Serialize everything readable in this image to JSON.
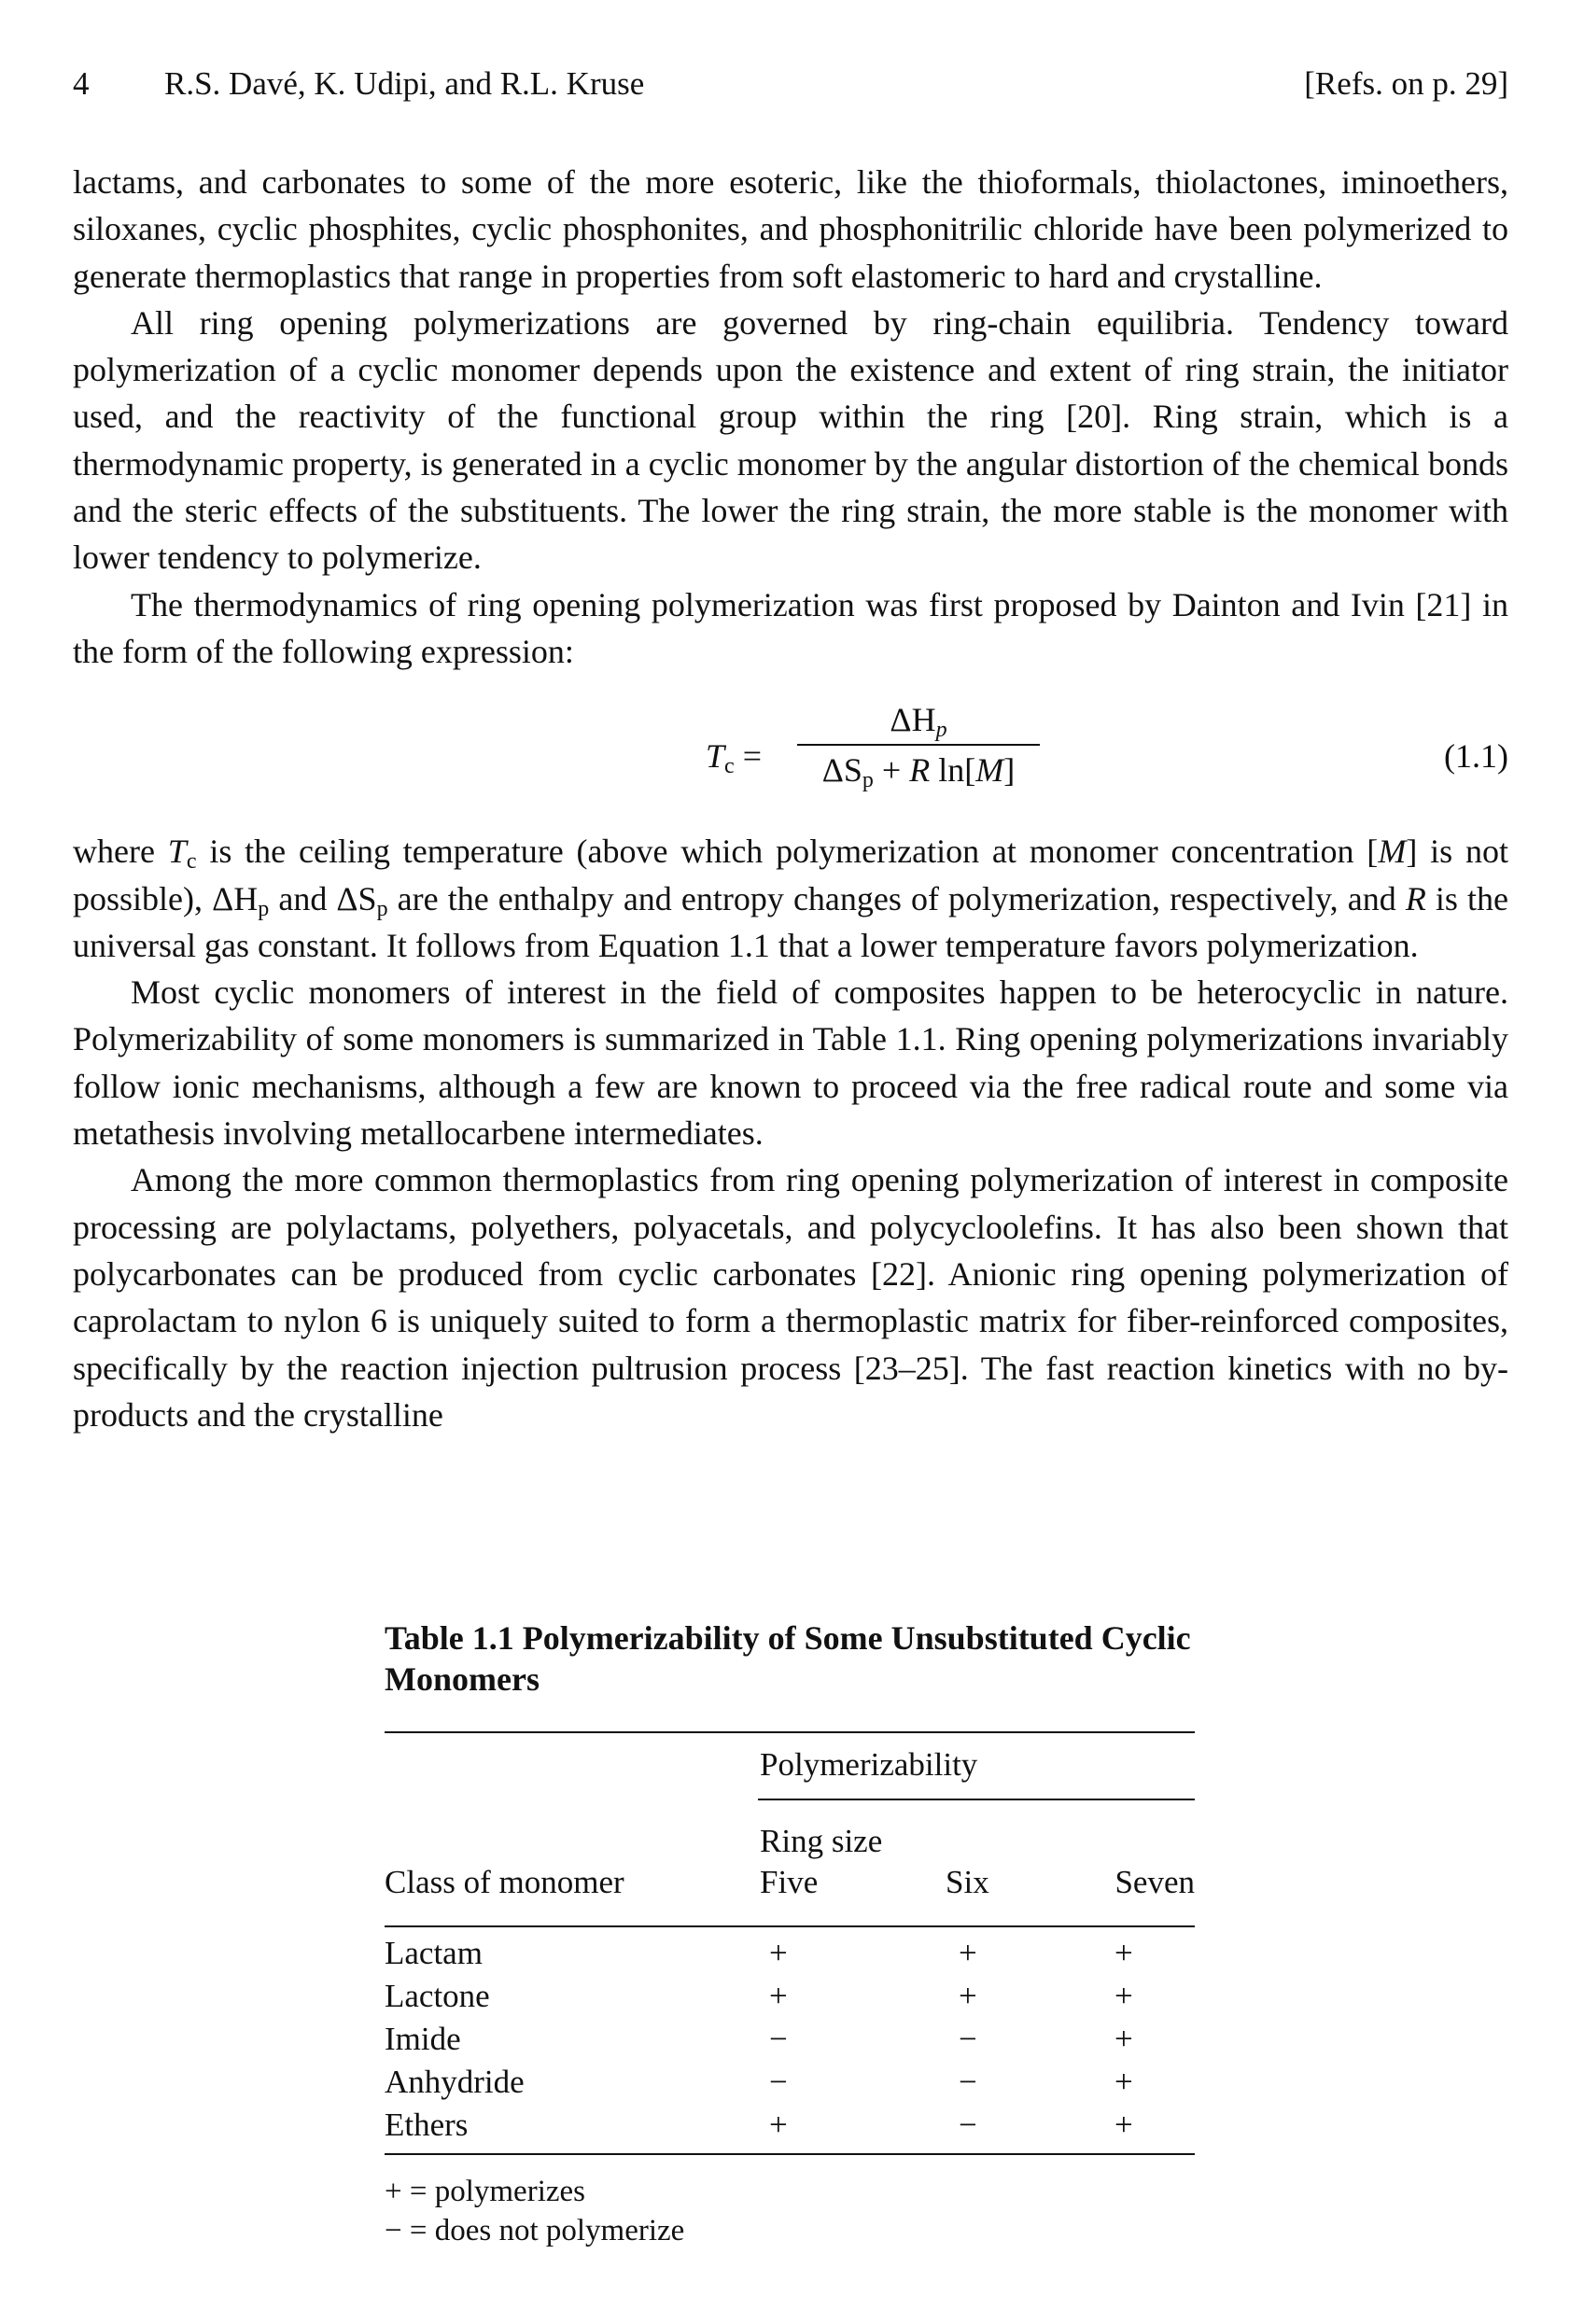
{
  "header": {
    "page_number": "4",
    "authors": "R.S. Davé, K. Udipi, and R.L. Kruse",
    "refs": "[Refs. on p. 29]"
  },
  "paragraphs": [
    "lactams, and carbonates to some of the more esoteric, like the thioformals, thiolactones, iminoethers, siloxanes, cyclic phosphites, cyclic phosphonites, and phosphonitrilic chloride have been polymerized to generate thermoplastics that range in properties from soft elastomeric to hard and crystalline.",
    "All ring opening polymerizations are governed by ring-chain equilibria. Tendency toward polymerization of a cyclic monomer depends upon the existence and extent of ring strain, the initiator used, and the reactivity of the functional group within the ring [20]. Ring strain, which is a thermodynamic property, is generated in a cyclic monomer by the angular distortion of the chemical bonds and the steric effects of the substituents. The lower the ring strain, the more stable is the monomer with lower tendency to polymerize.",
    "The thermodynamics of ring opening polymerization was first proposed by Dainton and Ivin [21] in the form of the following expression:"
  ],
  "equation": {
    "lhs_symbol": "T",
    "lhs_sub": "c",
    "equals": "=",
    "numerator_delta": "ΔH",
    "numerator_sub": "p",
    "denominator_delta": "ΔS",
    "denominator_sub": "p",
    "denominator_rest_a": " + ",
    "denominator_R": "R",
    "denominator_rest_b": " ln[",
    "denominator_M": "M",
    "denominator_rest_c": "]",
    "number": "(1.1)"
  },
  "where_paragraph": {
    "p1": "where ",
    "tc_symbol": "T",
    "tc_sub": "c",
    "p2": " is the ceiling temperature (above which polymerization at monomer concentration [",
    "m_symbol": "M",
    "p3": "] is not possible), ",
    "dh": "ΔH",
    "dh_sub": "p",
    "p4": " and ",
    "ds": "ΔS",
    "ds_sub": "p",
    "p5": " are the enthalpy and entropy changes of polymerization, respectively, and ",
    "r_symbol": "R",
    "p6": " is the universal gas constant. It follows from Equation 1.1 that a lower temperature favors polymerization."
  },
  "paragraphs_after": [
    "Most cyclic monomers of interest in the field of composites happen to be heterocyclic in nature. Polymerizability of some monomers is summarized in Table 1.1. Ring opening polymerizations invariably follow ionic mechanisms, although a few are known to proceed via the free radical route and some via metathesis involving metallocarbene intermediates.",
    "Among the more common thermoplastics from ring opening polymerization of interest in composite processing are polylactams, polyethers, polyacetals, and polycycloolefins. It has also been shown that polycarbonates can be produced from cyclic carbonates [22]. Anionic ring opening polymerization of caprolactam to nylon 6 is uniquely suited to form a thermoplastic matrix for fiber-reinforced composites, specifically by the reaction injection pultrusion process [23–25]. The fast reaction kinetics with no by-products and the crystalline"
  ],
  "table": {
    "caption": "Table 1.1  Polymerizability of Some Unsubstituted Cyclic Monomers",
    "group_header": "Polymerizability",
    "ring_size_label": "Ring size",
    "row_header": "Class of monomer",
    "columns": [
      "Five",
      "Six",
      "Seven"
    ],
    "rows": [
      {
        "name": "Lactam",
        "values": [
          "+",
          "+",
          "+"
        ]
      },
      {
        "name": "Lactone",
        "values": [
          "+",
          "+",
          "+"
        ]
      },
      {
        "name": "Imide",
        "values": [
          "−",
          "−",
          "+"
        ]
      },
      {
        "name": "Anhydride",
        "values": [
          "−",
          "−",
          "+"
        ]
      },
      {
        "name": "Ethers",
        "values": [
          "+",
          "−",
          "+"
        ]
      }
    ],
    "footnotes": [
      "+ = polymerizes",
      "− = does not polymerize"
    ]
  }
}
